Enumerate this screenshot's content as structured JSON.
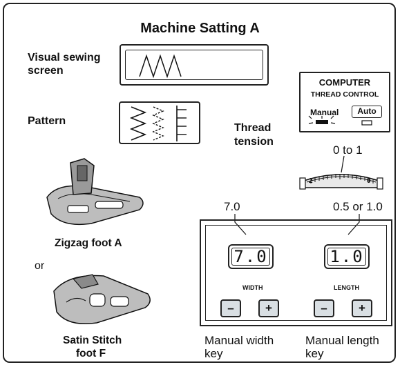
{
  "title": "Machine Satting A",
  "visual_screen": {
    "label_line1": "Visual sewing",
    "label_line2": "screen"
  },
  "pattern": {
    "label": "Pattern"
  },
  "thread_control": {
    "heading1": "COMPUTER",
    "heading2": "THREAD CONTROL",
    "manual_label": "Manual",
    "auto_label": "Auto"
  },
  "thread_tension": {
    "label_line1": "Thread",
    "label_line2": "tension",
    "range_label": "0 to 1",
    "dial_left": "2",
    "dial_right": "0"
  },
  "feet": {
    "zigzag_label": "Zigzag foot A",
    "or_label": "or",
    "satin_label_line1": "Satin Stitch",
    "satin_label_line2": "foot F"
  },
  "panel": {
    "width_value_callout": "7.0",
    "length_value_callout": "0.5 or 1.0",
    "width_display": "7.0",
    "length_display": "1.0",
    "width_label": "WIDTH",
    "length_label": "LENGTH",
    "minus": "–",
    "plus": "+"
  },
  "captions": {
    "manual_width_line1": "Manual width",
    "manual_width_line2": "key",
    "manual_length_line1": "Manual length",
    "manual_length_line2": "key"
  }
}
